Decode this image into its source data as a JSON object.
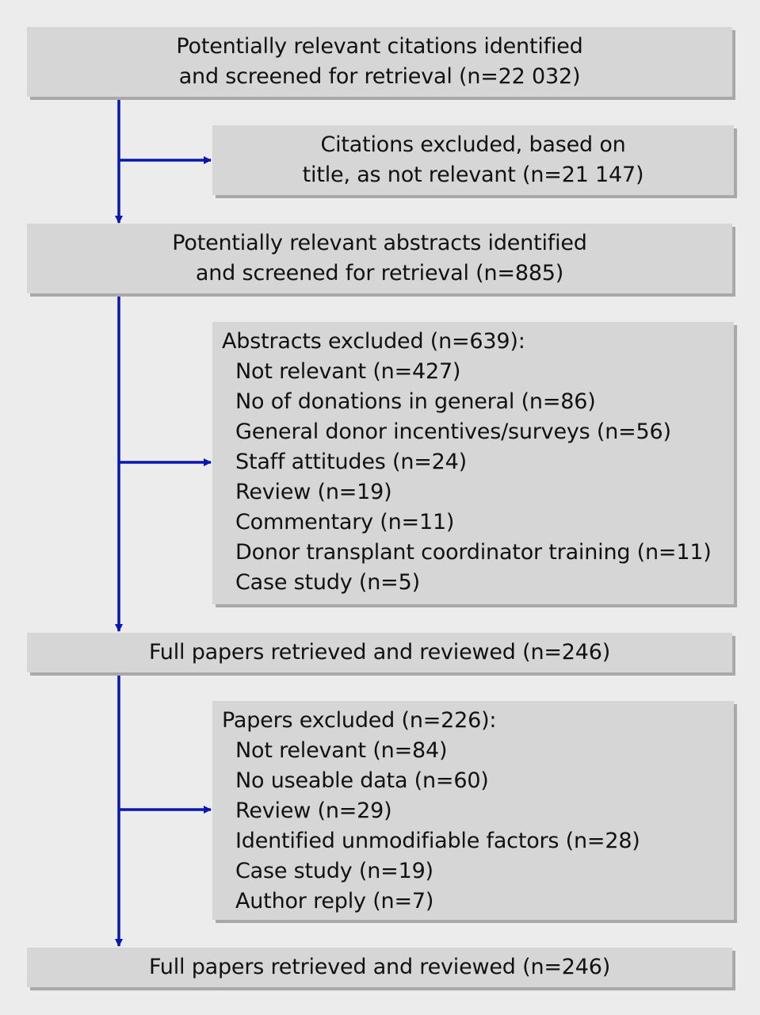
{
  "box1": {
    "lines": [
      "Potentially relevant citations identified",
      "and screened for retrieval (n=22 032)"
    ]
  },
  "exclusion1": {
    "lines": [
      "Citations excluded, based on",
      "title, as not relevant (n=21 147)"
    ]
  },
  "box2": {
    "lines": [
      "Potentially relevant abstracts identified",
      "and screened for retrieval (n=885)"
    ]
  },
  "exclusion2": {
    "heading": "Abstracts excluded (n=639):",
    "items": [
      "Not relevant (n=427)",
      "No of donations in general (n=86)",
      "General donor incentives/surveys (n=56)",
      "Staff attitudes (n=24)",
      "Review (n=19)",
      "Commentary (n=11)",
      "Donor transplant coordinator training (n=11)",
      "Case study (n=5)"
    ]
  },
  "box3": {
    "lines": [
      "Full papers retrieved and reviewed (n=246)"
    ]
  },
  "exclusion3": {
    "heading": "Papers excluded (n=226):",
    "items": [
      "Not relevant (n=84)",
      "No useable data (n=60)",
      "Review (n=29)",
      "Identified unmodifiable factors (n=28)",
      "Case study (n=19)",
      "Author reply (n=7)"
    ]
  },
  "box4": {
    "lines": [
      "Full papers retrieved and reviewed (n=246)"
    ]
  },
  "colors": {
    "arrow": "#0a16b0",
    "box": "#d6d6d6",
    "shadow": "#a9a9a9",
    "background": "#ececec"
  }
}
